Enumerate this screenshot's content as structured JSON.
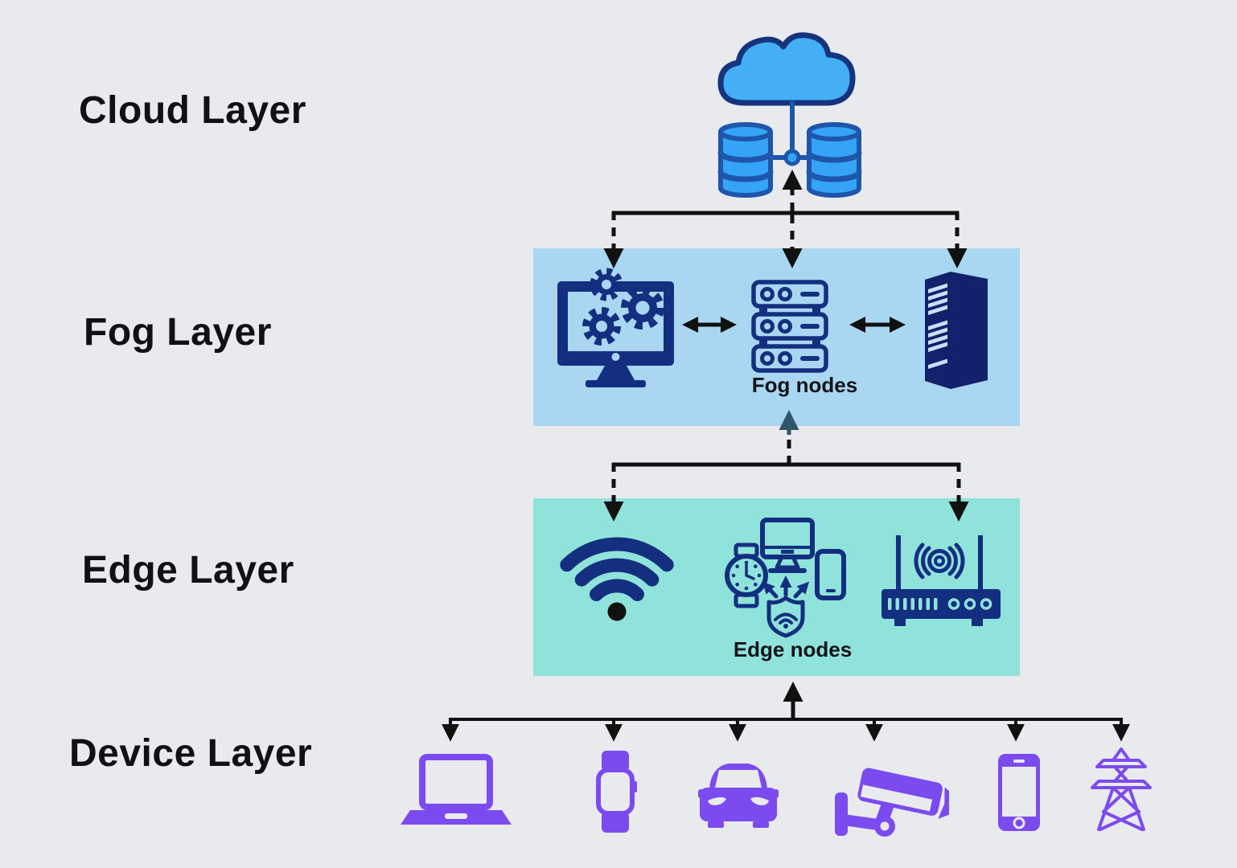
{
  "layers": [
    {
      "id": "cloud",
      "label": "Cloud Layer",
      "icons": [
        "cloud-icon",
        "database-left-icon",
        "database-right-icon"
      ]
    },
    {
      "id": "fog",
      "label": "Fog Layer",
      "node_label": "Fog nodes",
      "icons": [
        "monitor-gears-icon",
        "server-stack-icon",
        "server-rack-icon"
      ]
    },
    {
      "id": "edge",
      "label": "Edge Layer",
      "node_label": "Edge nodes",
      "icons": [
        "wifi-icon",
        "edge-devices-shield-icon",
        "router-icon"
      ]
    },
    {
      "id": "device",
      "label": "Device Layer",
      "icons": [
        "laptop-icon",
        "smartwatch-icon",
        "car-icon",
        "cctv-camera-icon",
        "smartphone-icon",
        "power-tower-icon"
      ]
    }
  ],
  "colors": {
    "bg": "#E8EAEE",
    "fogBg": "#A9D6F1",
    "edgeBg": "#8FE3DA",
    "navy": "#152F80",
    "navyDark": "#13206B",
    "cloudFill": "#45AFF5",
    "cloudStroke": "#16337E",
    "dbFill": "#36A4F6",
    "dbStroke": "#1E56AC",
    "purple": "#7C4BF0",
    "black": "#111111",
    "slate": "#2D566B",
    "lightStripe": "#C9DFF4"
  }
}
